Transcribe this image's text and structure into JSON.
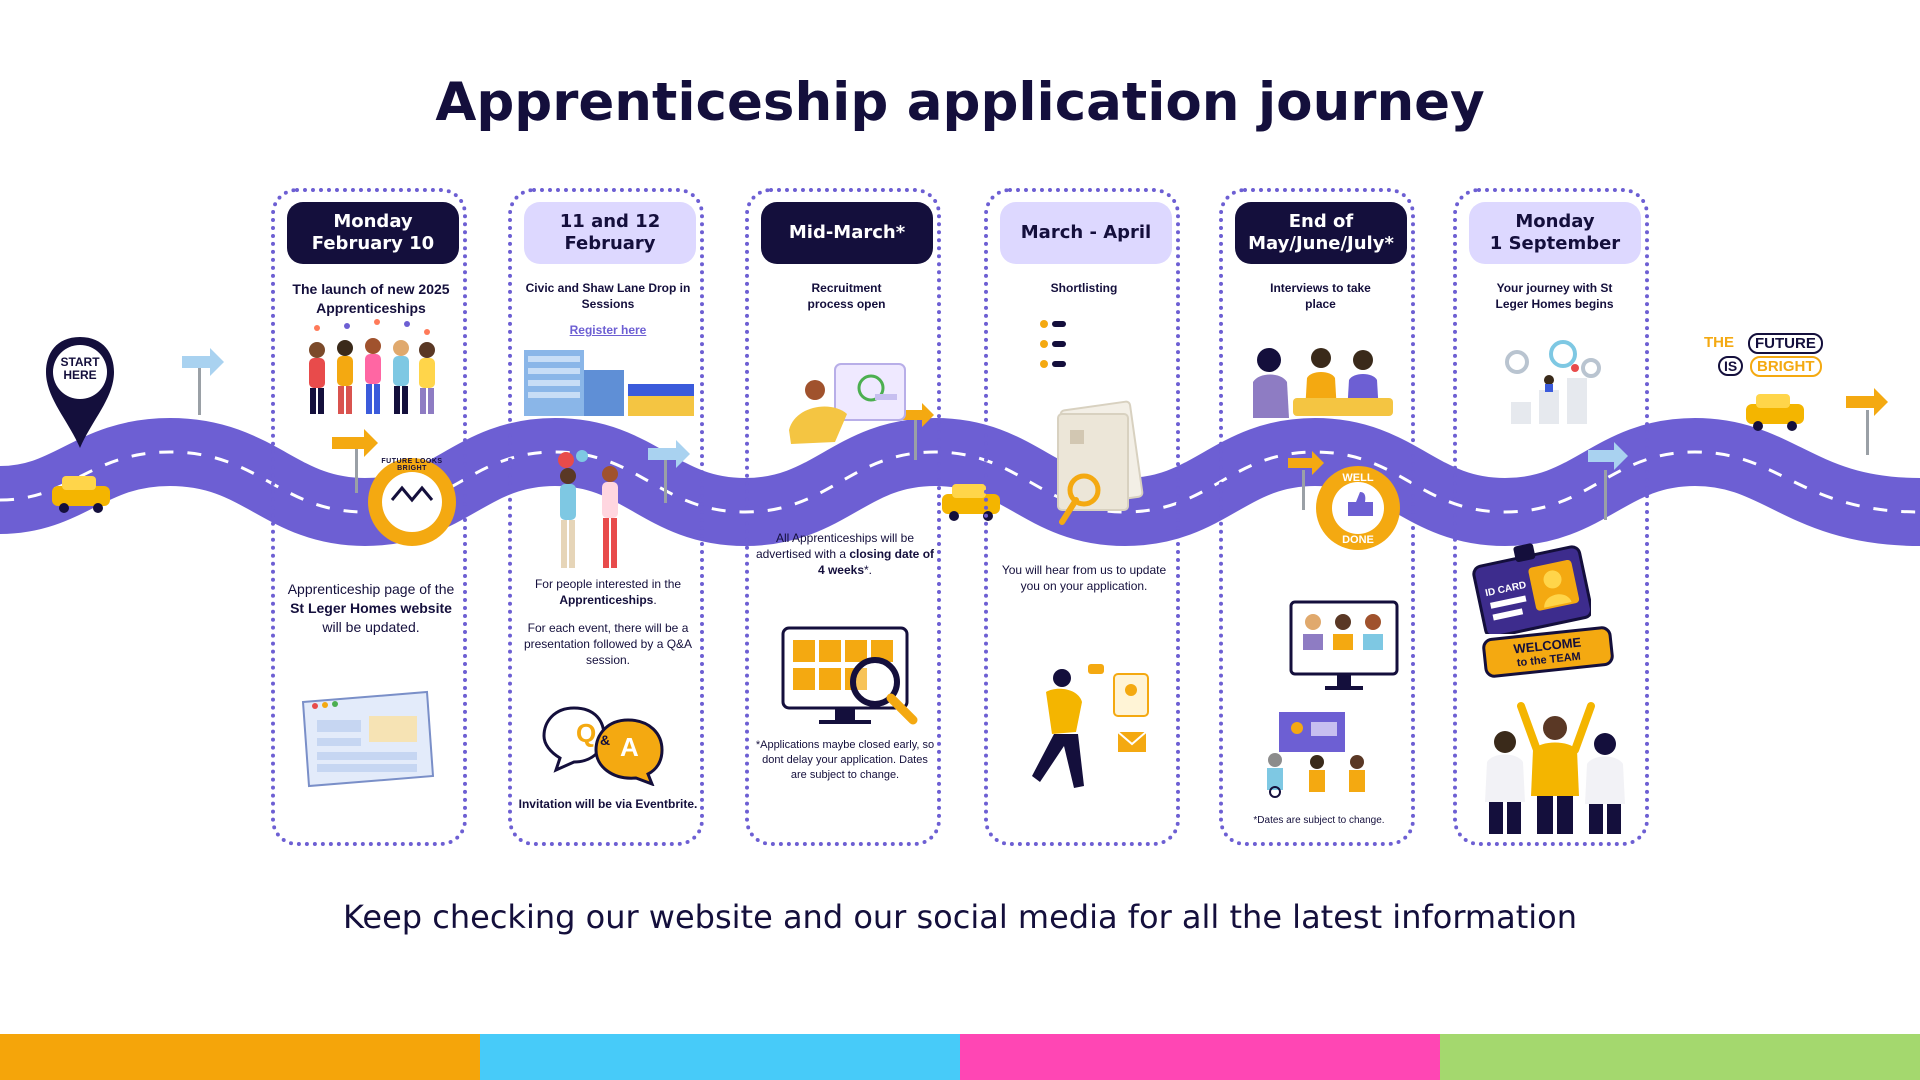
{
  "title": "Apprenticeship application journey",
  "start_pin": "START\nHERE",
  "badge_future_looks_bright": "FUTURE LOOKS BRIGHT",
  "badge_well_done": {
    "top": "WELL",
    "bottom": "DONE"
  },
  "future_bright_logo": {
    "the": "THE",
    "future": "FUTURE",
    "is": "IS",
    "bright": "BRIGHT"
  },
  "steps": [
    {
      "date": "Monday\nFebruary 10",
      "top_text": "The launch of new 2025 Apprenticeships",
      "bottom_text_parts": [
        "Apprenticeship page of the ",
        "St Leger Homes website",
        " will be updated."
      ]
    },
    {
      "date": "11 and 12\nFebruary",
      "top_text": "Civic and Shaw Lane Drop in Sessions",
      "link": "Register here",
      "bottom_text_parts": [
        "For people interested in the ",
        "Apprenticeships",
        "."
      ],
      "bottom_text2": "For each event, there will be a presentation followed by a Q&A session.",
      "qa_label": {
        "q": "Q",
        "amp": "&",
        "a": "A"
      },
      "footer_text": "Invitation will be via Eventbrite."
    },
    {
      "date": "Mid-March*",
      "top_text": "Recruitment process open",
      "bottom_text_parts": [
        "All Apprenticeships will be advertised with a ",
        "closing date of 4 weeks",
        "*."
      ],
      "note": "*Applications maybe closed early, so dont delay your application. Dates are subject to change."
    },
    {
      "date": "March - April",
      "top_text": "Shortlisting",
      "bottom_text": "You will hear from us to update you on your application."
    },
    {
      "date": "End of\nMay/June/July*",
      "top_text": "Interviews to take place",
      "note": "*Dates are subject to change."
    },
    {
      "date": "Monday\n1 September",
      "top_text": "Your journey with St Leger Homes begins",
      "id_card": "ID CARD",
      "welcome_badge": {
        "line1": "WELCOME",
        "line2": "to the TEAM"
      }
    }
  ],
  "footer_message": "Keep checking our website and our social media for all the latest information",
  "colors": {
    "navy": "#140f3c",
    "purple": "#6d5fd3",
    "lavender": "#ddd8ff",
    "yellow": "#f4a911",
    "bar_orange": "#f5a50a",
    "bar_blue": "#47cbf9",
    "bar_pink": "#ff46b4",
    "bar_green": "#a4d86e"
  }
}
